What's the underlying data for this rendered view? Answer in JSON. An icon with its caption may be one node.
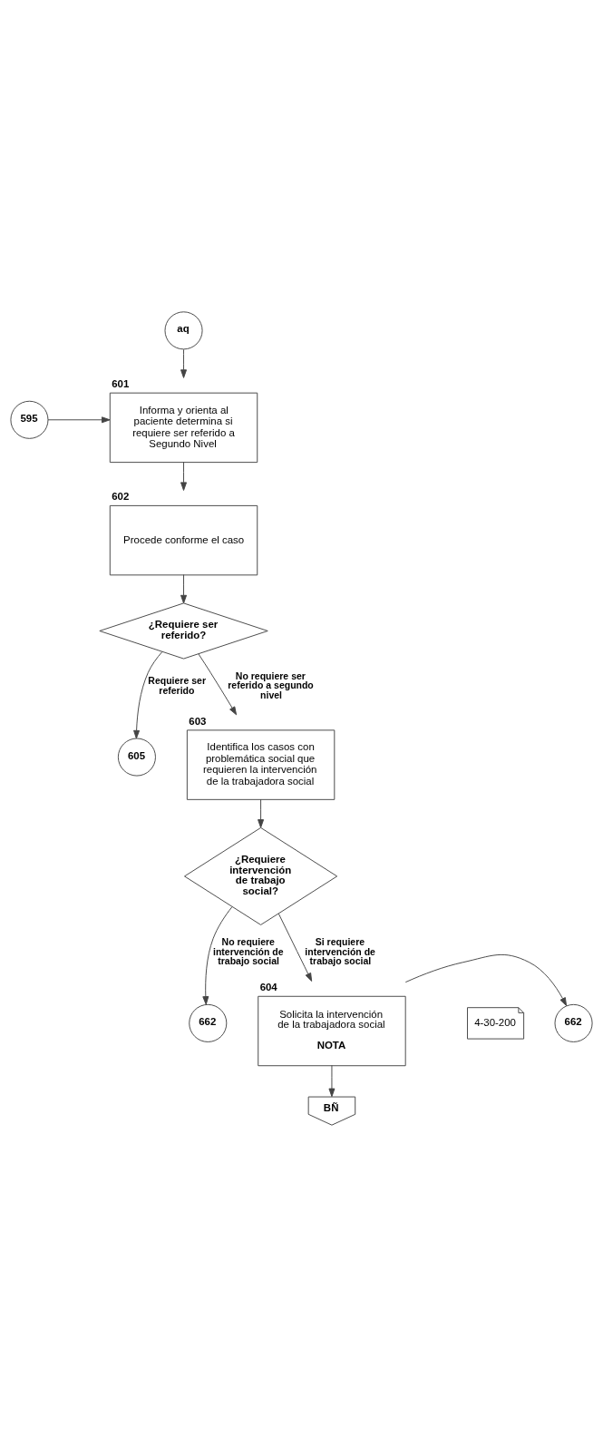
{
  "diagram": {
    "nodes": [
      {
        "text": [
          "aq"
        ]
      },
      {
        "text": [
          "595"
        ]
      },
      {
        "text": [
          "Informa y orienta al paciente determina si requiere ser referido a Segundo Nivel"
        ],
        "beside": [
          "601"
        ]
      },
      {
        "text": [
          "Procede conforme el caso"
        ],
        "beside": [
          "602"
        ]
      },
      {
        "text": [
          "¿Requiere ser referido?"
        ]
      },
      {
        "text": [
          "605"
        ]
      },
      {
        "text": [
          "Identifica los casos con problemática social que requieren la intervención de la trabajadora social"
        ],
        "beside": [
          "603"
        ]
      },
      {
        "text": [
          "¿Requiere intervención de trabajo social?"
        ]
      },
      {
        "text": [
          "662"
        ]
      },
      {
        "text": [
          "Solicita la intervención de la trabajadora social",
          "NOTA"
        ],
        "beside": [
          "604"
        ]
      },
      {
        "text": [
          "662"
        ]
      },
      {
        "text": [
          "4-30-200"
        ]
      },
      {
        "text": [
          "BÑ"
        ]
      }
    ],
    "edges": [
      {
        "from": 0,
        "to": 2,
        "arrow": "to"
      },
      {
        "from": 1,
        "to": 2,
        "arrow": "to"
      },
      {
        "from": 2,
        "to": 3,
        "arrow": "to"
      },
      {
        "from": 3,
        "to": 4,
        "arrow": "to"
      },
      {
        "from": 4,
        "to": 5,
        "arrow": "to",
        "label": "Requiere ser referido"
      },
      {
        "from": 4,
        "to": 6,
        "arrow": "to",
        "label": "No requiere ser referido a segundo nivel"
      },
      {
        "from": 6,
        "to": 7,
        "arrow": "to"
      },
      {
        "from": 7,
        "to": 8,
        "arrow": "to",
        "label": "No requiere intervención de trabajo social"
      },
      {
        "from": 7,
        "to": 9,
        "arrow": "to",
        "label": "Si requiere intervención de trabajo social"
      },
      {
        "from": 9,
        "to": 10,
        "arrow": "to"
      },
      {
        "from": 9,
        "to": 12,
        "arrow": "to"
      }
    ]
  }
}
